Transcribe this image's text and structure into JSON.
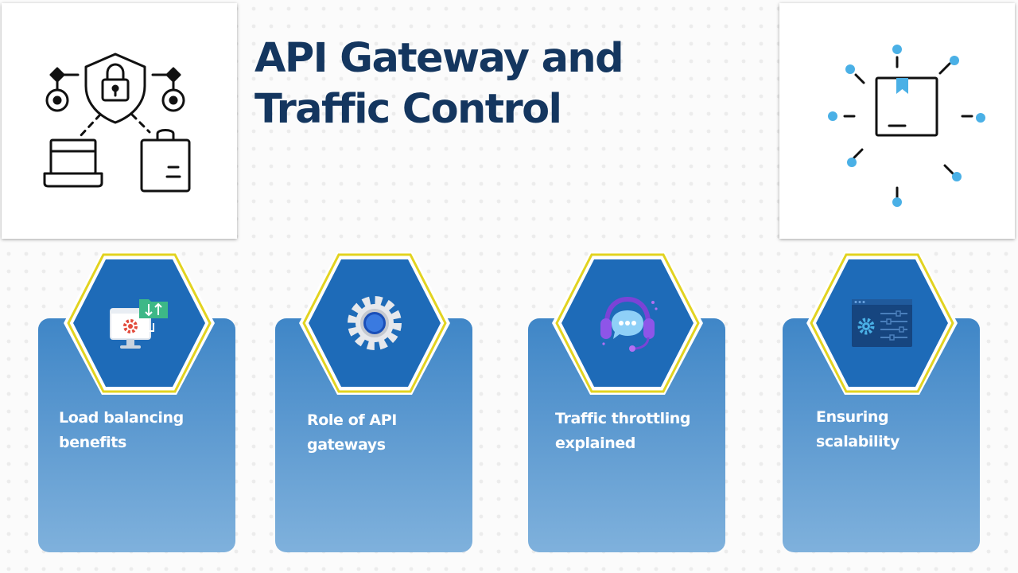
{
  "title": {
    "line1": "API Gateway and",
    "line2": "Traffic Control"
  },
  "colors": {
    "title": "#14365f",
    "card": "#5c99d0",
    "hexagon_fill": "#1e6bb8",
    "hexagon_outline": "#e2d320",
    "accent_blue": "#4ab0e6"
  },
  "illustrations": {
    "top_left": "api-security-network-icon",
    "top_right": "package-distribution-icon"
  },
  "cards": [
    {
      "label": "Load balancing benefits",
      "icon": "server-sync-icon"
    },
    {
      "label": "Role of API gateways",
      "icon": "gear-icon"
    },
    {
      "label": "Traffic throttling explained",
      "icon": "headset-chat-icon"
    },
    {
      "label": "Ensuring scalability",
      "icon": "settings-panel-icon"
    }
  ]
}
